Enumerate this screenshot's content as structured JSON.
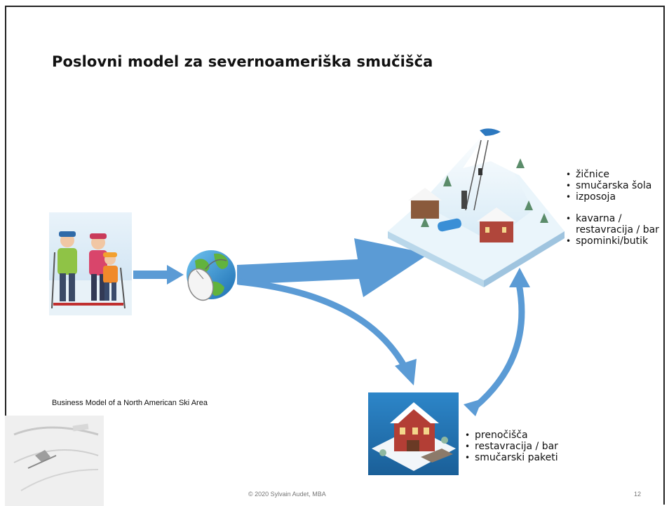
{
  "slide": {
    "title": "Poslovni model za severnoameriška smučišča",
    "caption": "Business Model of a North American Ski Area",
    "footer": "© 2020 Sylvain Audet, MBA",
    "page_number": "12"
  },
  "resort_services": [
    {
      "label": "žičnice"
    },
    {
      "label": "smučarska šola"
    },
    {
      "label": "izposoja"
    },
    {
      "label": "kavarna / restavracija / bar"
    },
    {
      "label": "spominki/butik"
    }
  ],
  "lodging_services": [
    {
      "label": "prenočišča"
    },
    {
      "label": "restavracija / bar"
    },
    {
      "label": "smučarski paketi"
    }
  ],
  "colors": {
    "arrow": "#5b9bd5",
    "title": "#111111",
    "footer": "#777777"
  },
  "icons": {
    "family": "skier-family-picture",
    "web": "globe-mouse-icon",
    "resort": "ski-mountain-resort-picture",
    "lodging": "ski-lodge-picture",
    "corner": "skier-sketch-picture"
  }
}
